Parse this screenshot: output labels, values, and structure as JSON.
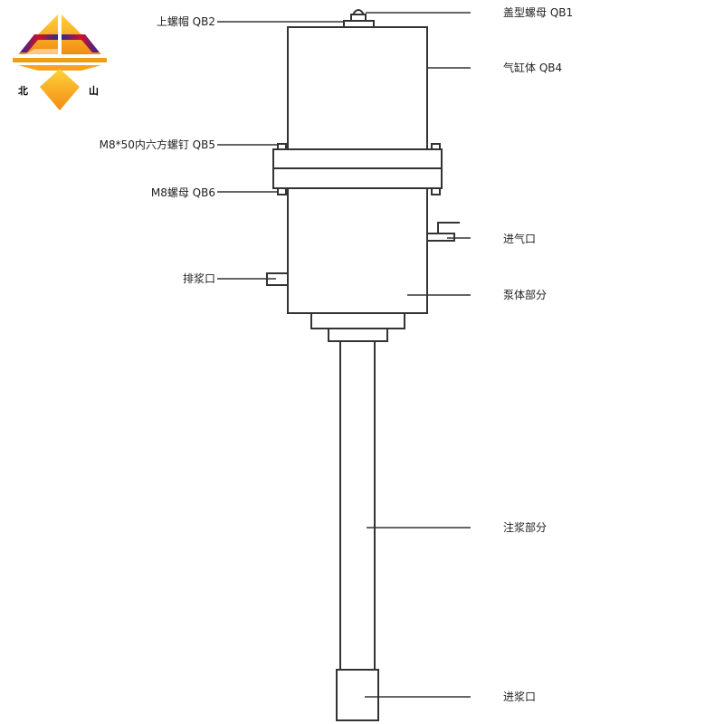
{
  "logo": {
    "left_char": "北",
    "right_char": "山"
  },
  "labels": {
    "qb1": "盖型螺母 QB1",
    "qb2": "上螺帽 QB2",
    "qb4": "气缸体 QB4",
    "qb5": "M8*50内六方螺钉 QB5",
    "qb6": "M8螺母 QB6",
    "air_inlet": "进气口",
    "discharge": "排浆口",
    "pump_body": "泵体部分",
    "grouting": "注浆部分",
    "slurry_inlet": "进浆口"
  },
  "colors": {
    "line": "#333333",
    "logo_orange": "#f5a623",
    "logo_red": "#d0102a",
    "logo_blue": "#2a2a9a"
  }
}
